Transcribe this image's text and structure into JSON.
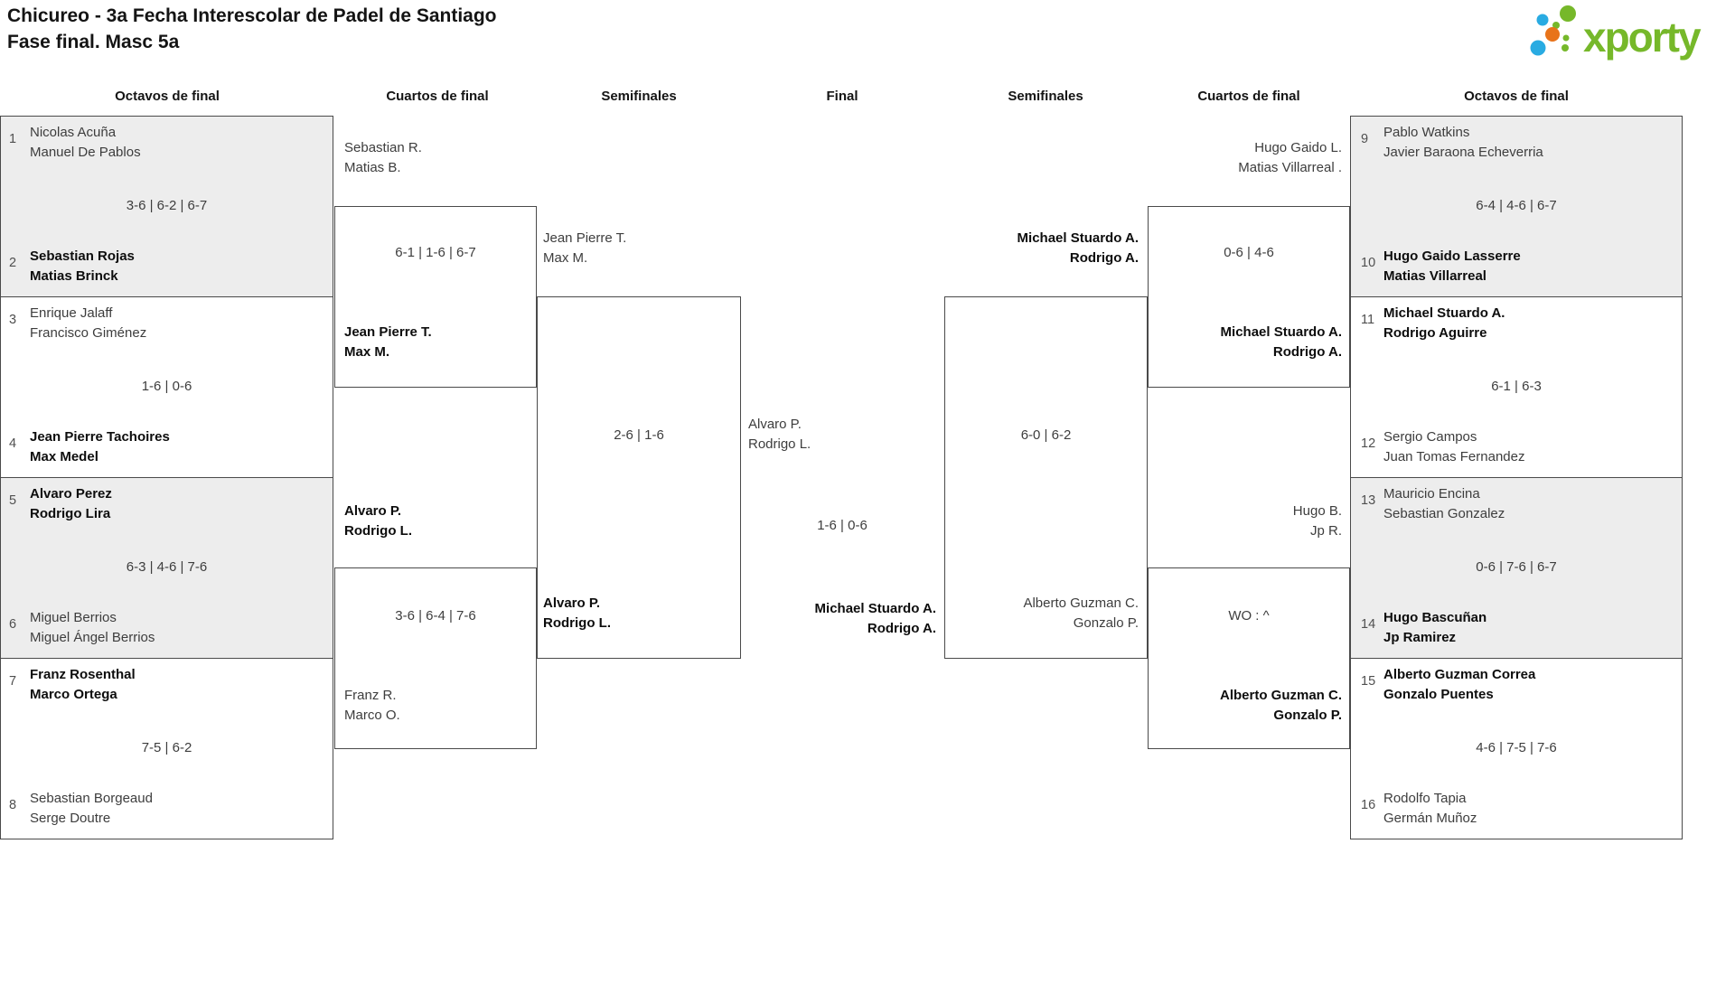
{
  "title": {
    "line1": "Chicureo - 3a Fecha Interescolar de Padel de Santiago",
    "line2": "Fase final. Masc 5a"
  },
  "logo": {
    "text": "xporty",
    "green": "#76b82a",
    "blue": "#29abe2",
    "orange": "#e8731a"
  },
  "headers": {
    "octavos_left": "Octavos de final",
    "cuartos_left": "Cuartos de final",
    "semis_left": "Semifinales",
    "final": "Final",
    "semis_right": "Semifinales",
    "cuartos_right": "Cuartos de final",
    "octavos_right": "Octavos de final"
  },
  "r16L": [
    {
      "seed_top": "1",
      "top1": "Nicolas Acuña",
      "top2": "Manuel De Pablos",
      "score": "3-6 | 6-2 | 6-7",
      "seed_bottom": "2",
      "bottom1": "Sebastian Rojas",
      "bottom2": "Matias Brinck",
      "winner": "bottom"
    },
    {
      "seed_top": "3",
      "top1": "Enrique Jalaff",
      "top2": "Francisco Giménez",
      "score": "1-6 | 0-6",
      "seed_bottom": "4",
      "bottom1": "Jean Pierre Tachoires",
      "bottom2": "Max Medel",
      "winner": "bottom"
    },
    {
      "seed_top": "5",
      "top1": "Alvaro Perez",
      "top2": "Rodrigo Lira",
      "score": "6-3 | 4-6 | 7-6",
      "seed_bottom": "6",
      "bottom1": "Miguel Berrios",
      "bottom2": "Miguel Ángel Berrios",
      "winner": "top"
    },
    {
      "seed_top": "7",
      "top1": "Franz Rosenthal",
      "top2": "Marco Ortega",
      "score": "7-5 | 6-2",
      "seed_bottom": "8",
      "bottom1": "Sebastian Borgeaud",
      "bottom2": "Serge Doutre",
      "winner": "top"
    }
  ],
  "qfL": [
    {
      "top1": "Sebastian R.",
      "top2": "Matias B.",
      "score": "6-1 | 1-6 | 6-7",
      "bottom1": "Jean Pierre T.",
      "bottom2": "Max M.",
      "winner": "bottom"
    },
    {
      "top1": "Alvaro P.",
      "top2": "Rodrigo L.",
      "score": "3-6 | 6-4 | 7-6",
      "bottom1": "Franz R.",
      "bottom2": "Marco O.",
      "winner": "top"
    }
  ],
  "sfL": {
    "top1": "Jean Pierre T.",
    "top2": "Max M.",
    "score": "2-6 | 1-6",
    "bottom1": "Alvaro P.",
    "bottom2": "Rodrigo L.",
    "winner": "bottom"
  },
  "final": {
    "top1": "Alvaro P.",
    "top2": "Rodrigo L.",
    "score": "1-6 | 0-6",
    "bottom1": "Michael Stuardo A.",
    "bottom2": "Rodrigo A.",
    "winner": "bottom"
  },
  "sfR": {
    "top1": "Michael Stuardo A.",
    "top2": "Rodrigo A.",
    "score": "6-0 | 6-2",
    "bottom1": "Alberto Guzman C.",
    "bottom2": "Gonzalo P.",
    "winner": "top"
  },
  "qfR": [
    {
      "top1": "Hugo Gaido L.",
      "top2": "Matias Villarreal .",
      "score": "0-6 | 4-6",
      "bottom1": "Michael Stuardo A.",
      "bottom2": "Rodrigo A.",
      "winner": "bottom"
    },
    {
      "top1": "Hugo B.",
      "top2": "Jp R.",
      "score": "WO : ^",
      "bottom1": "Alberto Guzman C.",
      "bottom2": "Gonzalo P.",
      "winner": "bottom"
    }
  ],
  "r16R": [
    {
      "seed_top": "9",
      "top1": "Pablo Watkins",
      "top2": "Javier Baraona Echeverria",
      "score": "6-4 | 4-6 | 6-7",
      "seed_bottom": "10",
      "bottom1": "Hugo Gaido Lasserre",
      "bottom2": "Matias Villarreal",
      "winner": "bottom"
    },
    {
      "seed_top": "11",
      "top1": "Michael Stuardo A.",
      "top2": "Rodrigo Aguirre",
      "score": "6-1 | 6-3",
      "seed_bottom": "12",
      "bottom1": "Sergio Campos",
      "bottom2": "Juan Tomas Fernandez",
      "winner": "top"
    },
    {
      "seed_top": "13",
      "top1": "Mauricio Encina",
      "top2": "Sebastian Gonzalez",
      "score": "0-6 | 7-6 | 6-7",
      "seed_bottom": "14",
      "bottom1": "Hugo Bascuñan",
      "bottom2": "Jp Ramirez",
      "winner": "bottom"
    },
    {
      "seed_top": "15",
      "top1": "Alberto Guzman Correa",
      "top2": "Gonzalo Puentes",
      "score": "4-6 | 7-5 | 7-6",
      "seed_bottom": "16",
      "bottom1": "Rodolfo Tapia",
      "bottom2": "Germán Muñoz",
      "winner": "top"
    }
  ],
  "styles": {
    "line_color": "#4a4a4a",
    "alt_row_bg": "#ededed"
  }
}
